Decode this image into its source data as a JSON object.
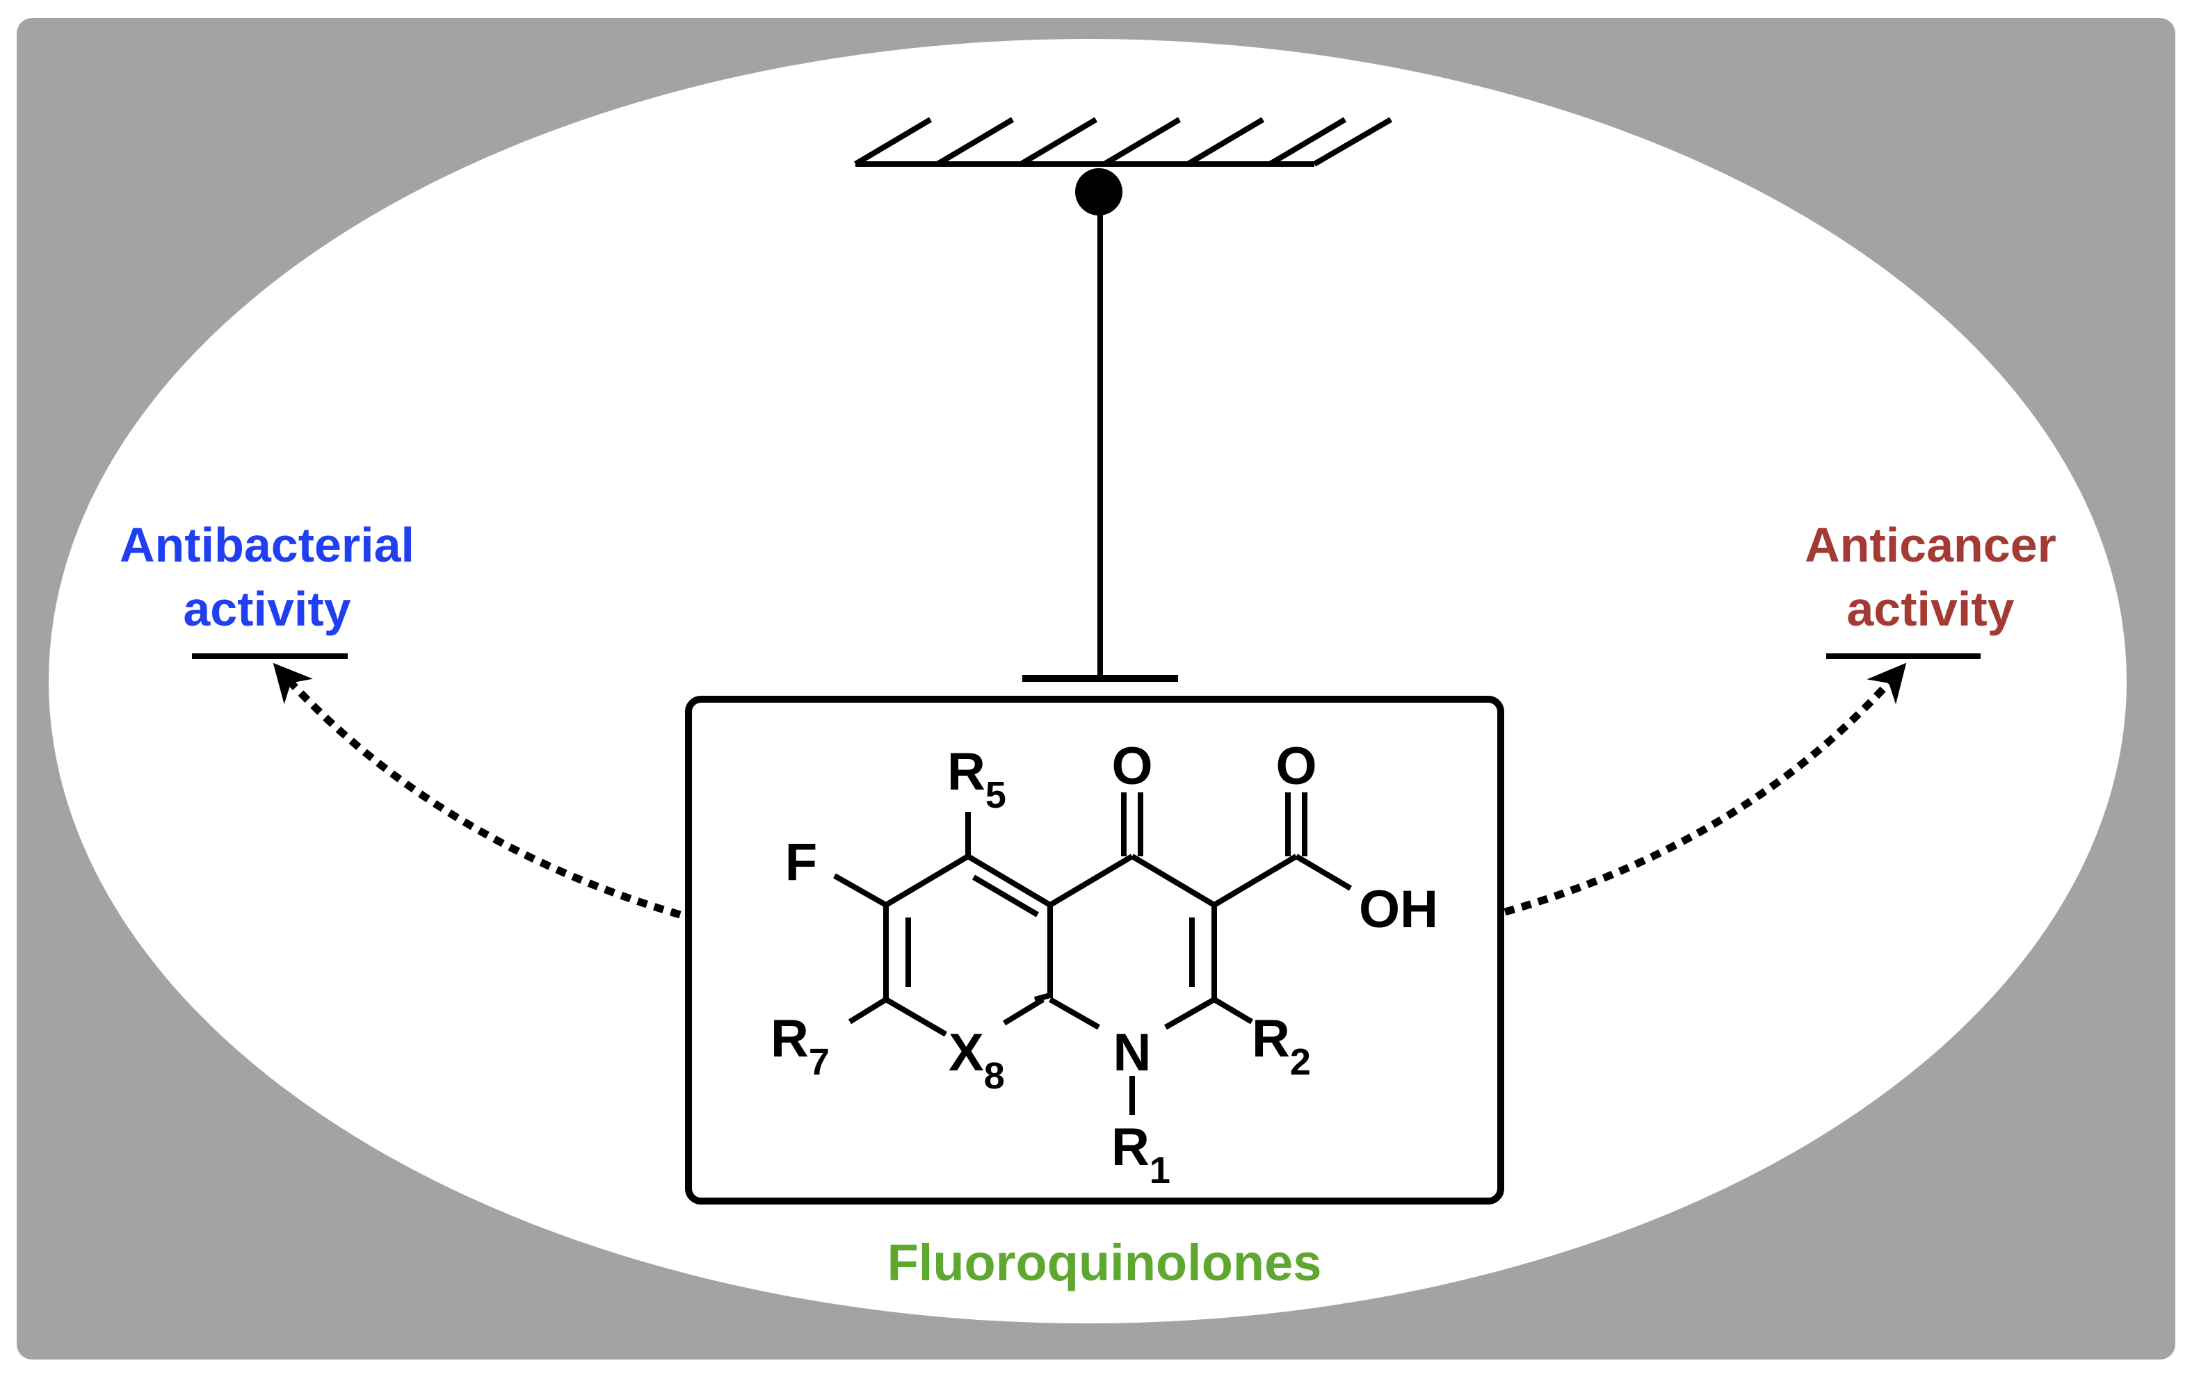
{
  "colors": {
    "frame": "#a3a3a3",
    "ellipse": "#ffffff",
    "antibacterial": "#1f3ff0",
    "anticancer": "#a33a33",
    "fluoroquinolones": "#5ea830",
    "ink": "#000000"
  },
  "labels": {
    "antibacterial": {
      "line1": "Antibacterial",
      "line2": "activity"
    },
    "anticancer": {
      "line1": "Anticancer",
      "line2": "activity"
    },
    "center": "Fluoroquinolones"
  },
  "atoms": {
    "O_ketone": "O",
    "O_acid": "O",
    "OH": "OH",
    "F": "F",
    "N": "N",
    "R5": {
      "letter": "R",
      "sub": "5"
    },
    "R7": {
      "letter": "R",
      "sub": "7"
    },
    "X8": {
      "letter": "X",
      "sub": "8"
    },
    "R2": {
      "letter": "R",
      "sub": "2"
    },
    "R1": {
      "letter": "R",
      "sub": "1"
    }
  },
  "icons": [
    "fixed-support-icon",
    "pivot-icon",
    "inhibition-icon",
    "dotted-arrow-icon"
  ]
}
